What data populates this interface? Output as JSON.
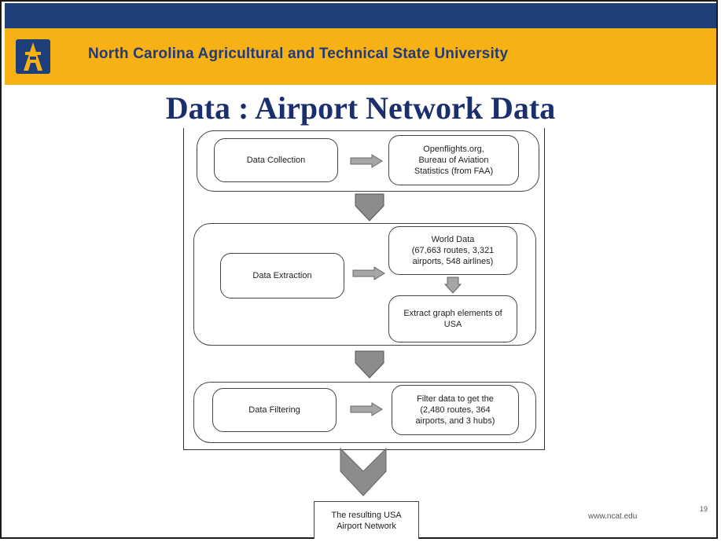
{
  "header": {
    "university": "North Carolina Agricultural and Technical State University",
    "logo_icon": "aggie-logo-icon",
    "colors": {
      "top_bar": "#1f3f7a",
      "banner": "#f6b114",
      "title": "#1b2f6e"
    }
  },
  "slide": {
    "title": "Data : Airport Network Data",
    "footer_url": "www.ncat.edu",
    "page_number": "19"
  },
  "diagram": {
    "collection": {
      "label": "Data Collection",
      "source_lines": [
        "Openflights.org,",
        "Bureau of Aviation",
        "Statistics (from FAA)"
      ]
    },
    "extraction": {
      "label": "Data Extraction",
      "result_lines": [
        "World Data",
        "(67,663 routes, 3,321",
        "airports, 548 airlines)"
      ],
      "next_label": "Extract graph elements of USA"
    },
    "filtering": {
      "label": "Data Filtering",
      "result_lines": [
        "Filter data to get the",
        "(2,480 routes, 364",
        "airports, and 3 hubs)"
      ]
    },
    "output_lines": [
      "The resulting USA",
      "Airport Network"
    ]
  }
}
